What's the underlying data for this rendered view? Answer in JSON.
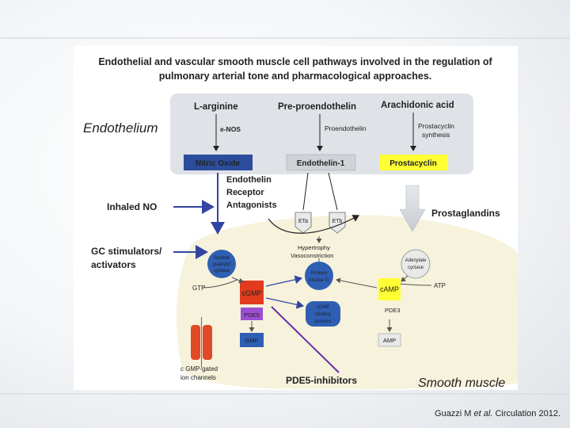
{
  "title_line1": "Endothelial and vascular smooth muscle cell pathways involved in the regulation of",
  "title_line2": "pulmonary arterial tone and pharmacological approaches.",
  "endothelium_label": "Endothelium",
  "smooth_muscle_label": "Smooth muscle",
  "endo": {
    "l_arginine": "L-arginine",
    "pre_proendothelin": "Pre-proendothelin",
    "arachidonic_acid": "Arachidonic acid",
    "enos": "e-NOS",
    "proendothelin": "Proendothelin",
    "prostacyclin_synthesis_1": "Prostacyclin",
    "prostacyclin_synthesis_2": "synthesis",
    "nitric_oxide": "Nitric Oxide",
    "endothelin1": "Endothelin-1",
    "prostacyclin": "Prostacyclin"
  },
  "drugs": {
    "inhaled_no": "Inhaled NO",
    "era_1": "Endothelin",
    "era_2": "Receptor",
    "era_3": "Antagonists",
    "prostaglandins": "Prostaglandins",
    "gc_1": "GC stimulators/",
    "gc_2": "activators",
    "pde5": "PDE5-inhibitors"
  },
  "cell": {
    "eta": "ETa",
    "etb": "ETb",
    "hyper_1": "Hypertrophy",
    "hyper_2": "Vasoconstriction",
    "sgc_1": "Soluble",
    "sgc_2": "guanylyl",
    "sgc_3": "cyclase",
    "ac_1": "Adenylate",
    "ac_2": "cyclase",
    "gtp": "GTP",
    "atp": "ATP",
    "cgmp": "cGMP",
    "camp": "cAMP",
    "pkg_1": "Protein",
    "pkg_2": "kinase G",
    "cgmp_bp_1": "cGMP",
    "cgmp_bp_2": "binding",
    "cgmp_bp_3": "proteins",
    "pde5_box": "PDE5",
    "pde3": "PDE3",
    "gmp": "GMP",
    "amp": "AMP",
    "ion_1": "c GMP-gated",
    "ion_2": "ion channels"
  },
  "citation_pre": "Guazzi M ",
  "citation_etal": "et al.",
  "citation_post": " Circulation 2012.",
  "colors": {
    "blue_box": "#2b4d9c",
    "yellow": "#ffff33",
    "endo_bg": "#dfe2e6",
    "cell_bg": "#f6f2dc",
    "drug_blue": "#3246a0",
    "drug_purple": "#6a2fa6",
    "cgmp_red": "#e23b1e",
    "pde5_purple": "#9b4fd4"
  }
}
